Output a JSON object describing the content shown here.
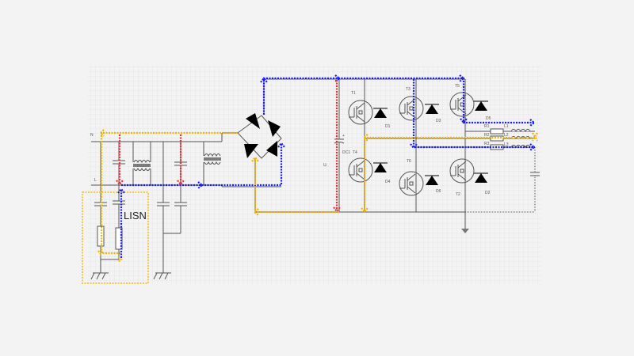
{
  "diagram": {
    "labels": {
      "neutral": "N",
      "line": "L",
      "lisn": "LISN",
      "dc_voltage": "Uᵢ",
      "dc_plus": "+",
      "dc_cap": "DC1",
      "t1": "T1",
      "t2": "T2",
      "t3": "T3",
      "t4": "T4",
      "t5": "T5",
      "t6": "T6",
      "d1": "D1",
      "d2": "D2",
      "d3": "D3",
      "d4": "D4",
      "d5": "D5",
      "d6": "D6",
      "r1": "R1",
      "r2": "R2",
      "r3": "R3",
      "l1": "L1",
      "l2": "L2",
      "l3": "L3"
    },
    "colors": {
      "differential_mode": "#1a1aff",
      "common_mode_return": "#f0b400",
      "common_mode_injection": "#e8303a",
      "lisn_box": "#f3c84a"
    }
  }
}
